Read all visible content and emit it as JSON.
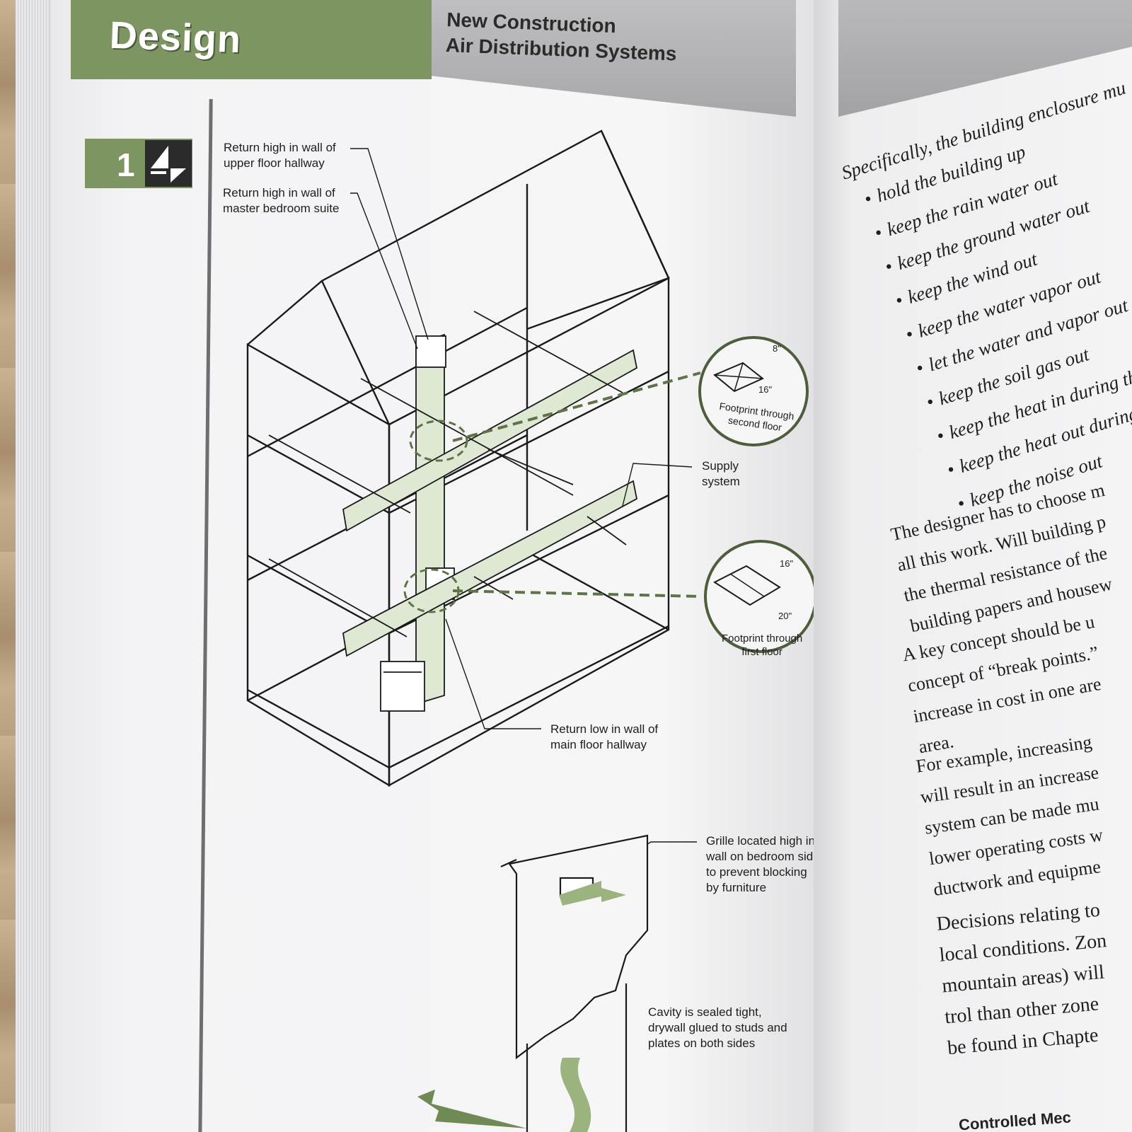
{
  "header": {
    "section": "Design",
    "chapter_line1": "New Construction",
    "chapter_line2": "Air Distribution Systems"
  },
  "badge": {
    "number": "1"
  },
  "callouts": {
    "return_upper": "Return high in wall of\nupper floor hallway",
    "return_master": "Return high in wall of\nmaster bedroom suite",
    "footprint_second": "Footprint through\nsecond floor",
    "dim_8": "8\"",
    "dim_16a": "16\"",
    "supply": "Supply\nsystem",
    "footprint_first": "Footprint through\nfirst floor",
    "dim_16b": "16\"",
    "dim_20": "20\"",
    "return_low": "Return low in wall of\nmain floor hallway",
    "grille": "Grille located high in\nwall on bedroom side\nto prevent blocking\nby furniture",
    "cavity": "Cavity is sealed tight,\ndrywall glued to studs and\nplates on both sides"
  },
  "right_page": {
    "intro": "Specifically, the building enclosure mu",
    "bullets": [
      "hold the building up",
      "keep the rain water out",
      "keep the ground water out",
      "keep the wind out",
      "keep the water vapor out",
      "let the water and vapor out",
      "keep the soil gas out",
      "keep the heat in during th",
      "keep the heat out during",
      "keep the noise out"
    ],
    "para1": [
      "The designer has to choose m",
      "all this work. Will building p",
      "the thermal resistance of the",
      "building papers and housew"
    ],
    "para2": [
      "A key concept should be u",
      "concept of “break points.”",
      "increase in cost in one are",
      "area."
    ],
    "para3": [
      "For example, increasing",
      "will result in an increase",
      "system can be made mu",
      "lower operating costs w",
      "ductwork and equipme"
    ],
    "para4": [
      "Decisions relating to",
      "local conditions. Zon",
      "mountain areas) will",
      "trol than other zone",
      "be found in Chapte"
    ],
    "footer": "Controlled Mec"
  },
  "colors": {
    "accent_green": "#7d9560",
    "header_grey": "#a7a7aa",
    "duct_fill": "#dfe8d2",
    "dashed_green": "#5f7446"
  }
}
